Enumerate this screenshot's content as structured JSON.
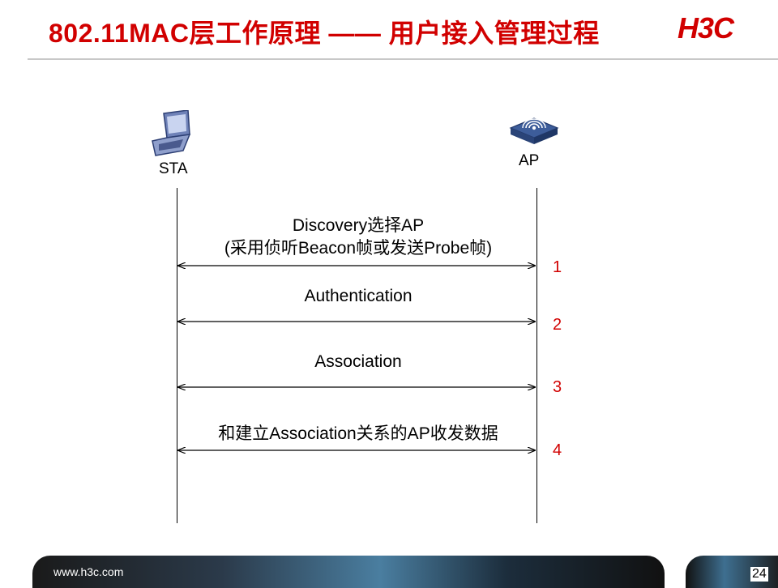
{
  "header": {
    "title": "802.11MAC层工作原理 —— 用户接入管理过程",
    "logo_text": "H3C"
  },
  "entities": {
    "sta": {
      "label": "STA",
      "icon": "laptop-icon"
    },
    "ap": {
      "label": "AP",
      "icon": "access-point-icon"
    }
  },
  "messages": [
    {
      "label_line1": "Discovery选择AP",
      "label_line2": "(采用侦听Beacon帧或发送Probe帧)",
      "step": "1"
    },
    {
      "label_line1": "Authentication",
      "step": "2"
    },
    {
      "label_line1": "Association",
      "step": "3"
    },
    {
      "label_line1": "和建立Association关系的AP收发数据",
      "step": "4"
    }
  ],
  "footer": {
    "url": "www.h3c.com",
    "page_number": "24"
  },
  "colors": {
    "title": "#d10000",
    "step_number": "#d10000",
    "ap_icon": "#3d5d9a",
    "laptop_icon": "#5a6fa8"
  }
}
